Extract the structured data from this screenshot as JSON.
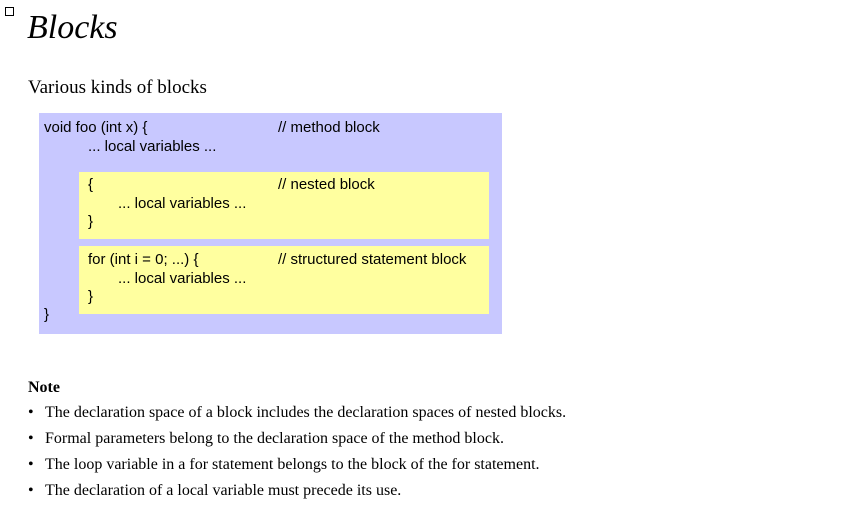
{
  "page": {
    "title": "Blocks",
    "subtitle": "Various kinds of blocks"
  },
  "code": {
    "method": {
      "header": "void foo (int x) {",
      "comment": "// method block",
      "locals": "... local variables ...",
      "close": "}",
      "color": "#c8c8ff"
    },
    "nested": {
      "open": "{",
      "comment": "// nested block",
      "locals": "... local variables ...",
      "close": "}",
      "color": "#ffff9f"
    },
    "structured": {
      "header": "for (int i = 0; ...) {",
      "comment": "// structured statement block",
      "locals": "... local variables ...",
      "close": "}",
      "color": "#ffff9f"
    }
  },
  "note": {
    "title": "Note",
    "bullet": "•",
    "items": [
      "The declaration space of a block includes the declaration spaces of nested blocks.",
      "Formal parameters belong to the declaration space of the method block.",
      "The loop variable in a for statement belongs to the block of the for statement.",
      "The declaration of a local variable must precede its use."
    ]
  }
}
